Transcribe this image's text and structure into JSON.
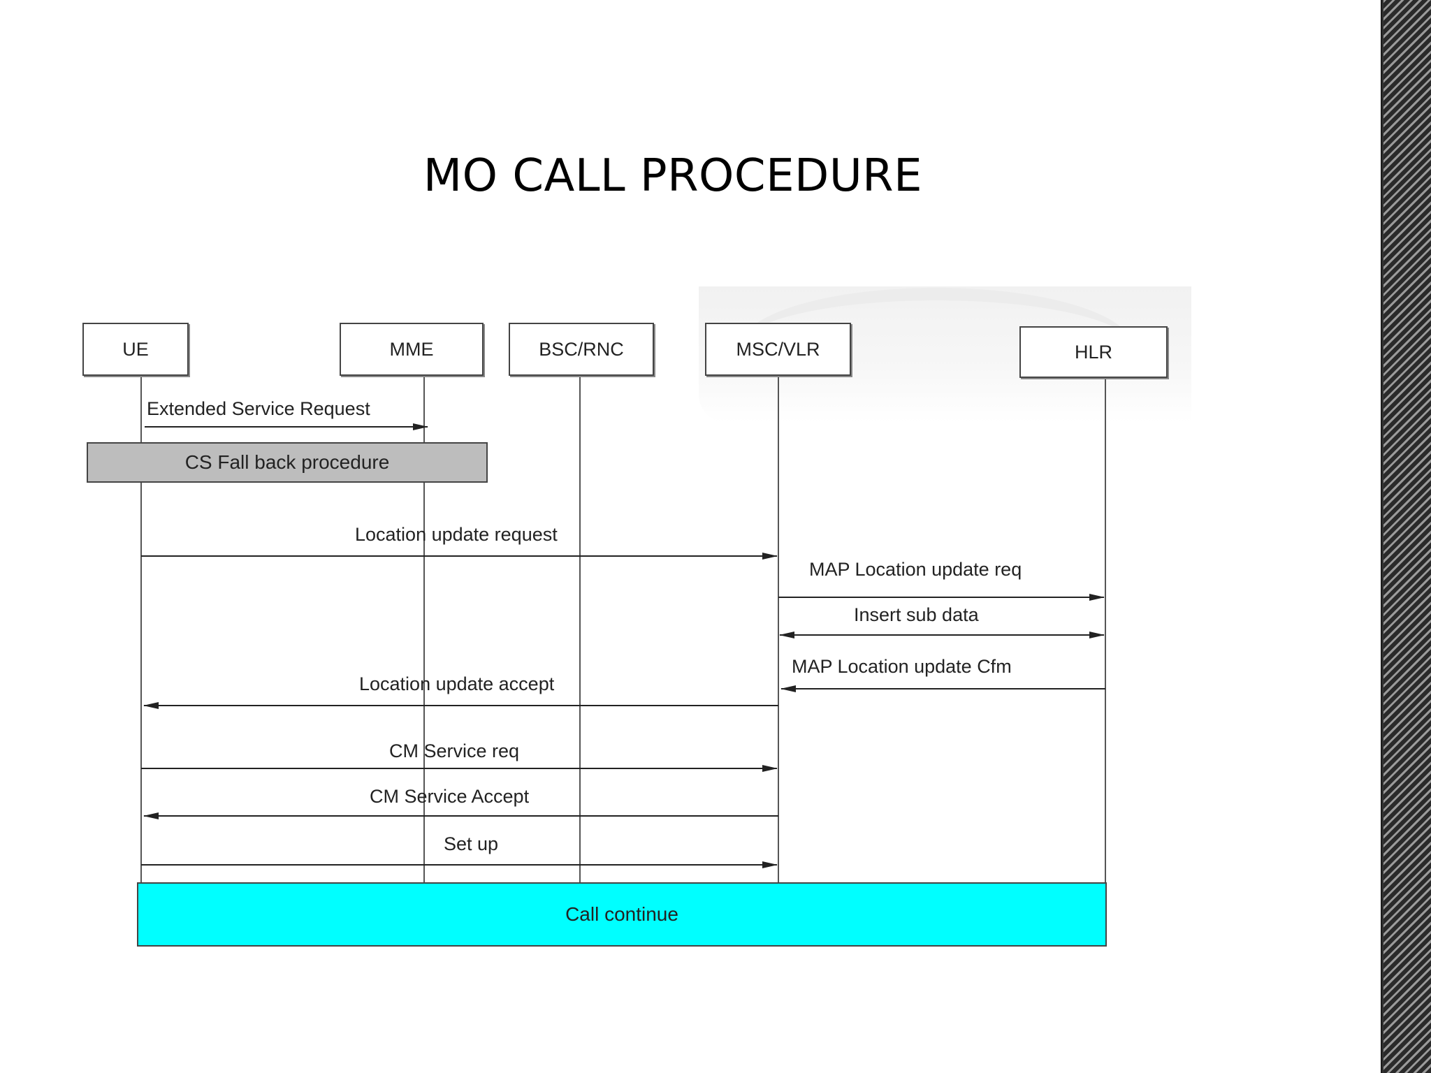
{
  "title": "MO CALL PROCEDURE",
  "entities": [
    {
      "id": "ue",
      "label": "UE"
    },
    {
      "id": "mme",
      "label": "MME"
    },
    {
      "id": "bsc",
      "label": "BSC/RNC"
    },
    {
      "id": "msc",
      "label": "MSC/VLR"
    },
    {
      "id": "hlr",
      "label": "HLR"
    }
  ],
  "messages": [
    {
      "id": "m1",
      "label": "Extended Service Request",
      "from": "ue",
      "to": "mme"
    },
    {
      "id": "m2",
      "label": "Location update request",
      "from": "ue",
      "to": "msc"
    },
    {
      "id": "m3",
      "label": "MAP Location update req",
      "from": "msc",
      "to": "hlr"
    },
    {
      "id": "m4",
      "label": "Insert sub data",
      "from": "msc",
      "to": "hlr",
      "bidirectional": true
    },
    {
      "id": "m5",
      "label": "MAP Location update Cfm",
      "from": "hlr",
      "to": "msc"
    },
    {
      "id": "m6",
      "label": "Location update accept",
      "from": "msc",
      "to": "ue"
    },
    {
      "id": "m7",
      "label": "CM Service req",
      "from": "ue",
      "to": "msc"
    },
    {
      "id": "m8",
      "label": "CM Service Accept",
      "from": "msc",
      "to": "ue"
    },
    {
      "id": "m9",
      "label": "Set up",
      "from": "ue",
      "to": "msc"
    }
  ],
  "procedures": {
    "cs_fallback": "CS Fall back procedure",
    "call_continue": "Call continue"
  },
  "colors": {
    "call_continue_fill": "#00ffff",
    "procedure_fill": "#bdbdbd",
    "line": "#444444"
  }
}
